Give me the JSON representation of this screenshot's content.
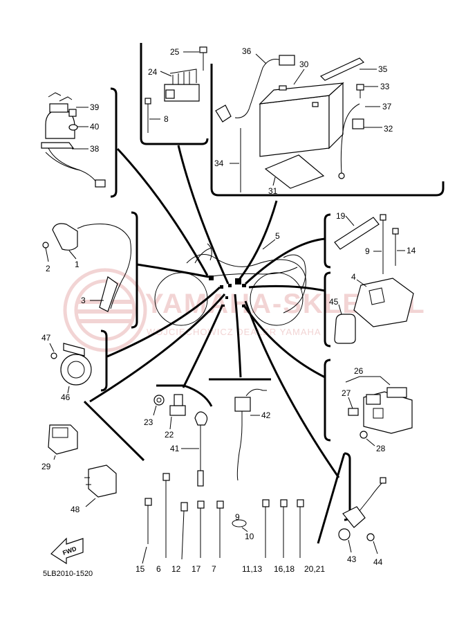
{
  "watermark": {
    "brand": "YAMAHA-SKLEP.PL",
    "subtitle": "WOJCIECHOWICZ DEALER YAMAHA",
    "color": "#f2d4d4"
  },
  "diagram_code": "5LB2010-1520",
  "fwd_label": "FWD",
  "callouts": [
    {
      "id": "c1",
      "text": "1"
    },
    {
      "id": "c2",
      "text": "2"
    },
    {
      "id": "c3",
      "text": "3"
    },
    {
      "id": "c4",
      "text": "4"
    },
    {
      "id": "c5",
      "text": "5"
    },
    {
      "id": "c6",
      "text": "6"
    },
    {
      "id": "c7",
      "text": "7"
    },
    {
      "id": "c8",
      "text": "8"
    },
    {
      "id": "c9",
      "text": "9"
    },
    {
      "id": "c9b",
      "text": "9"
    },
    {
      "id": "c10",
      "text": "10"
    },
    {
      "id": "c1113",
      "text": "11,13"
    },
    {
      "id": "c12",
      "text": "12"
    },
    {
      "id": "c14",
      "text": "14"
    },
    {
      "id": "c15",
      "text": "15"
    },
    {
      "id": "c1618",
      "text": "16,18"
    },
    {
      "id": "c17",
      "text": "17"
    },
    {
      "id": "c19",
      "text": "19"
    },
    {
      "id": "c2021",
      "text": "20,21"
    },
    {
      "id": "c22",
      "text": "22"
    },
    {
      "id": "c23",
      "text": "23"
    },
    {
      "id": "c24",
      "text": "24"
    },
    {
      "id": "c25",
      "text": "25"
    },
    {
      "id": "c26",
      "text": "26"
    },
    {
      "id": "c27",
      "text": "27"
    },
    {
      "id": "c28",
      "text": "28"
    },
    {
      "id": "c29",
      "text": "29"
    },
    {
      "id": "c30",
      "text": "30"
    },
    {
      "id": "c31",
      "text": "31"
    },
    {
      "id": "c32",
      "text": "32"
    },
    {
      "id": "c33",
      "text": "33"
    },
    {
      "id": "c34",
      "text": "34"
    },
    {
      "id": "c35",
      "text": "35"
    },
    {
      "id": "c36",
      "text": "36"
    },
    {
      "id": "c37",
      "text": "37"
    },
    {
      "id": "c38",
      "text": "38"
    },
    {
      "id": "c39",
      "text": "39"
    },
    {
      "id": "c40",
      "text": "40"
    },
    {
      "id": "c41",
      "text": "41"
    },
    {
      "id": "c42",
      "text": "42"
    },
    {
      "id": "c43",
      "text": "43"
    },
    {
      "id": "c44",
      "text": "44"
    },
    {
      "id": "c45",
      "text": "45"
    },
    {
      "id": "c46",
      "text": "46"
    },
    {
      "id": "c47",
      "text": "47"
    },
    {
      "id": "c48",
      "text": "48"
    }
  ]
}
